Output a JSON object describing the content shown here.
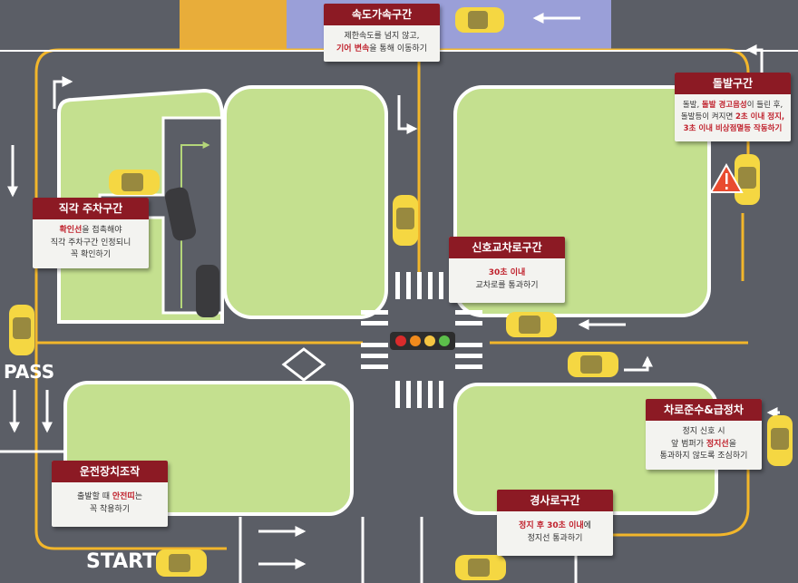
{
  "labels": {
    "pass": "PASS",
    "start": "START"
  },
  "zones": {
    "speed": {
      "title": "속도가속구간",
      "l1": "제한속도를 넘지 않고,",
      "l2_hl": "기어 변속",
      "l2_rest": "을 통해 이동하기"
    },
    "emergency": {
      "title": "돌발구간",
      "l1a": "돌발, ",
      "l1_hl": "돌발 경고음성",
      "l1b": "이 들린 후,",
      "l2a": "돌발등이 켜지면 ",
      "l2_hl": "2초 이내 정지,",
      "l3_hl": "3초 이내 비상점멸등 작동하기"
    },
    "parking": {
      "title": "직각 주차구간",
      "l1_hl": "확인선",
      "l1_rest": "을 접촉해야",
      "l2": "직각 주차구간 인정되니",
      "l3": "꼭 확인하기"
    },
    "signal": {
      "title": "신호교차로구간",
      "l1_hl": "30초 이내",
      "l2": "교차로를 통과하기"
    },
    "lane": {
      "title": "차로준수&급정차",
      "l1": "정지 신호 시",
      "l2a": "앞 범퍼가 ",
      "l2_hl": "정지선",
      "l2b": "을",
      "l3": "통과하지 않도록 조심하기"
    },
    "controls": {
      "title": "운전장치조작",
      "l1a": "출발할 때 ",
      "l1_hl": "안전띠",
      "l1b": "는",
      "l2": "꼭 착용하기"
    },
    "slope": {
      "title": "경사로구간",
      "l1_hl": "정지 후 30초 이내",
      "l1_rest": "에",
      "l2": "정지선 통과하기"
    }
  },
  "colors": {
    "road": "#5b5e66",
    "grass": "#c4e08f",
    "lane_yellow": "#f2b62b",
    "card_header": "#8c1a24",
    "highlight": "#c0222d",
    "taxi": "#f5d742",
    "purple_zone": "#9a9fd8",
    "orange_zone": "#e8ad3a"
  },
  "traffic_light": [
    "red",
    "orange",
    "yellow",
    "green"
  ],
  "icons": {
    "warning": "warning-triangle-icon",
    "arrow": "direction-arrow-icon"
  }
}
